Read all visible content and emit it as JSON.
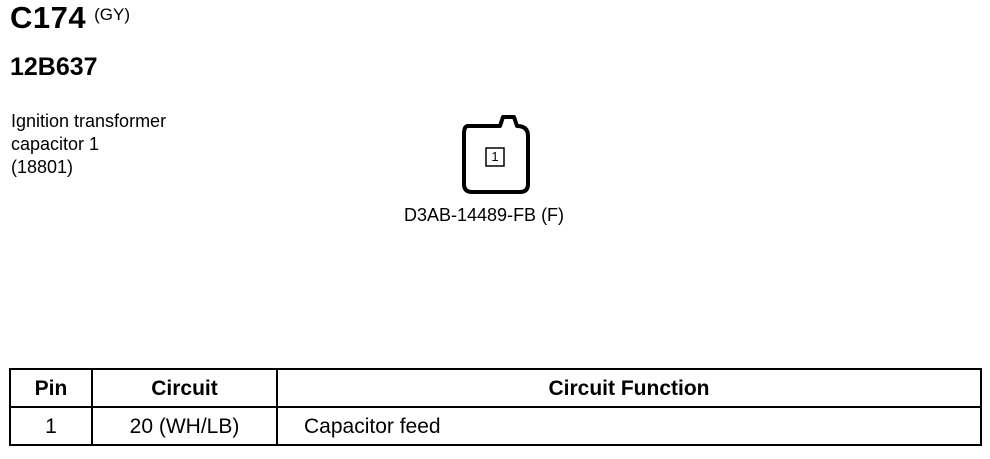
{
  "connector": {
    "id": "C174",
    "color_code": "(GY)",
    "part_number": "12B637",
    "description_lines": [
      "Ignition transformer",
      "capacitor 1",
      "(18801)"
    ],
    "diagram_pin": "1",
    "connector_part_number": "D3AB-14489-FB (F)"
  },
  "table": {
    "headers": [
      "Pin",
      "Circuit",
      "Circuit Function"
    ],
    "rows": [
      {
        "pin": "1",
        "circuit": "20 (WH/LB)",
        "function": "Capacitor feed"
      }
    ]
  }
}
